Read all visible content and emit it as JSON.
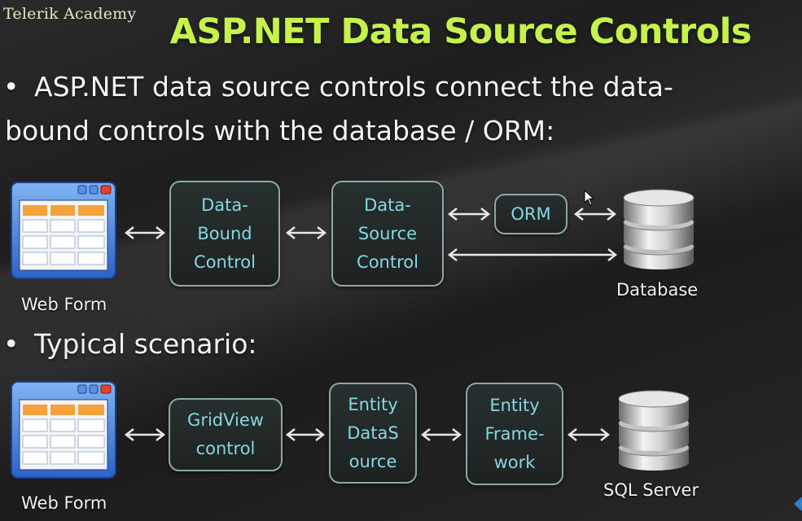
{
  "logo": "Telerik Academy",
  "title": "ASP.NET Data Source Controls",
  "bullets": {
    "b1_line1": "ASP.NET data source controls connect the data-",
    "b1_line2": "bound controls with the database / ORM:",
    "b2": "Typical scenario:"
  },
  "diagram1": {
    "webform_label": "Web Form",
    "databound": [
      "Data-",
      "Bound",
      "Control"
    ],
    "datasource": [
      "Data-",
      "Source",
      "Control"
    ],
    "orm": "ORM",
    "database_label": "Database"
  },
  "diagram2": {
    "webform_label": "Web Form",
    "gridview": [
      "GridView",
      "control"
    ],
    "entitydatasource": [
      "Entity",
      "DataS",
      "ource"
    ],
    "entityframework": [
      "Entity",
      "Frame-",
      "work"
    ],
    "sqlserver_label": "SQL Server"
  },
  "colors": {
    "title": "#c6f24a",
    "box_text": "#86d7e2",
    "box_border": "#8ea7a9"
  }
}
